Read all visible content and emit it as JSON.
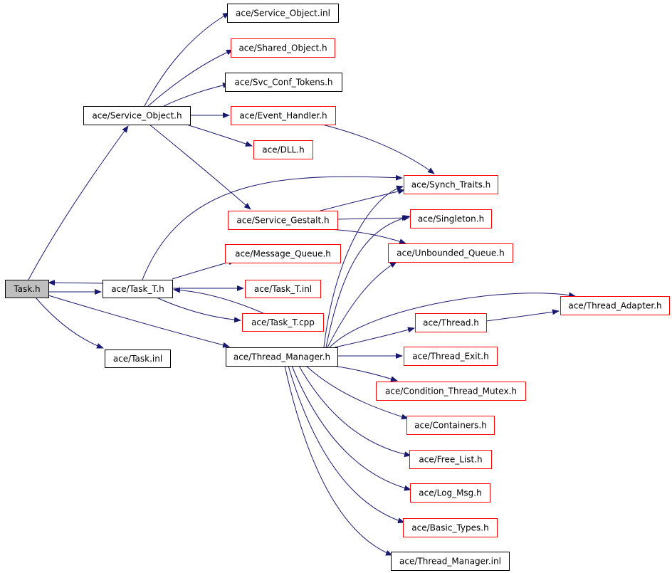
{
  "colors": {
    "edge": "#191970",
    "border_black": "#000000",
    "border_red": "#ff0000",
    "fill_root": "#bfbfbf",
    "fill_default": "#ffffff"
  },
  "nodes": [
    {
      "id": "task_h",
      "label": "Task.h",
      "border": "black",
      "fill": "root"
    },
    {
      "id": "service_object_h",
      "label": "ace/Service_Object.h",
      "border": "black"
    },
    {
      "id": "task_t_h",
      "label": "ace/Task_T.h",
      "border": "black"
    },
    {
      "id": "task_inl",
      "label": "ace/Task.inl",
      "border": "black"
    },
    {
      "id": "thread_manager_h",
      "label": "ace/Thread_Manager.h",
      "border": "black"
    },
    {
      "id": "service_object_inl",
      "label": "ace/Service_Object.inl",
      "border": "black"
    },
    {
      "id": "shared_object_h",
      "label": "ace/Shared_Object.h",
      "border": "red"
    },
    {
      "id": "svc_conf_tokens_h",
      "label": "ace/Svc_Conf_Tokens.h",
      "border": "black"
    },
    {
      "id": "event_handler_h",
      "label": "ace/Event_Handler.h",
      "border": "red"
    },
    {
      "id": "dll_h",
      "label": "ace/DLL.h",
      "border": "red"
    },
    {
      "id": "service_gestalt_h",
      "label": "ace/Service_Gestalt.h",
      "border": "red"
    },
    {
      "id": "message_queue_h",
      "label": "ace/Message_Queue.h",
      "border": "red"
    },
    {
      "id": "task_t_inl",
      "label": "ace/Task_T.inl",
      "border": "red"
    },
    {
      "id": "task_t_cpp",
      "label": "ace/Task_T.cpp",
      "border": "red"
    },
    {
      "id": "synch_traits_h",
      "label": "ace/Synch_Traits.h",
      "border": "red"
    },
    {
      "id": "singleton_h",
      "label": "ace/Singleton.h",
      "border": "red"
    },
    {
      "id": "unbounded_queue_h",
      "label": "ace/Unbounded_Queue.h",
      "border": "red"
    },
    {
      "id": "thread_adapter_h",
      "label": "ace/Thread_Adapter.h",
      "border": "red"
    },
    {
      "id": "thread_h",
      "label": "ace/Thread.h",
      "border": "red"
    },
    {
      "id": "thread_exit_h",
      "label": "ace/Thread_Exit.h",
      "border": "red"
    },
    {
      "id": "condition_thread_mutex_h",
      "label": "ace/Condition_Thread_Mutex.h",
      "border": "red"
    },
    {
      "id": "containers_h",
      "label": "ace/Containers.h",
      "border": "red"
    },
    {
      "id": "free_list_h",
      "label": "ace/Free_List.h",
      "border": "red"
    },
    {
      "id": "log_msg_h",
      "label": "ace/Log_Msg.h",
      "border": "red"
    },
    {
      "id": "basic_types_h",
      "label": "ace/Basic_Types.h",
      "border": "red"
    },
    {
      "id": "thread_manager_inl",
      "label": "ace/Thread_Manager.inl",
      "border": "black"
    }
  ],
  "edges": [
    {
      "from": "task_h",
      "to": "service_object_h"
    },
    {
      "from": "task_h",
      "to": "task_t_h"
    },
    {
      "from": "task_h",
      "to": "task_inl"
    },
    {
      "from": "task_h",
      "to": "thread_manager_h"
    },
    {
      "from": "task_t_h",
      "to": "task_h"
    },
    {
      "from": "service_object_h",
      "to": "service_object_inl"
    },
    {
      "from": "service_object_h",
      "to": "shared_object_h"
    },
    {
      "from": "service_object_h",
      "to": "svc_conf_tokens_h"
    },
    {
      "from": "service_object_h",
      "to": "event_handler_h"
    },
    {
      "from": "service_object_h",
      "to": "dll_h"
    },
    {
      "from": "service_object_h",
      "to": "service_gestalt_h"
    },
    {
      "from": "event_handler_h",
      "to": "synch_traits_h"
    },
    {
      "from": "service_gestalt_h",
      "to": "synch_traits_h"
    },
    {
      "from": "service_gestalt_h",
      "to": "singleton_h"
    },
    {
      "from": "service_gestalt_h",
      "to": "unbounded_queue_h"
    },
    {
      "from": "task_t_h",
      "to": "synch_traits_h"
    },
    {
      "from": "task_t_h",
      "to": "message_queue_h"
    },
    {
      "from": "task_t_h",
      "to": "task_t_inl"
    },
    {
      "from": "task_t_h",
      "to": "task_t_cpp"
    },
    {
      "from": "task_t_cpp",
      "to": "task_t_h"
    },
    {
      "from": "thread_manager_h",
      "to": "synch_traits_h"
    },
    {
      "from": "thread_manager_h",
      "to": "singleton_h"
    },
    {
      "from": "thread_manager_h",
      "to": "unbounded_queue_h"
    },
    {
      "from": "thread_manager_h",
      "to": "thread_adapter_h"
    },
    {
      "from": "thread_manager_h",
      "to": "thread_h"
    },
    {
      "from": "thread_h",
      "to": "thread_adapter_h"
    },
    {
      "from": "thread_manager_h",
      "to": "thread_exit_h"
    },
    {
      "from": "thread_manager_h",
      "to": "condition_thread_mutex_h"
    },
    {
      "from": "thread_manager_h",
      "to": "containers_h"
    },
    {
      "from": "thread_manager_h",
      "to": "free_list_h"
    },
    {
      "from": "thread_manager_h",
      "to": "log_msg_h"
    },
    {
      "from": "thread_manager_h",
      "to": "basic_types_h"
    },
    {
      "from": "thread_manager_h",
      "to": "thread_manager_inl"
    }
  ]
}
